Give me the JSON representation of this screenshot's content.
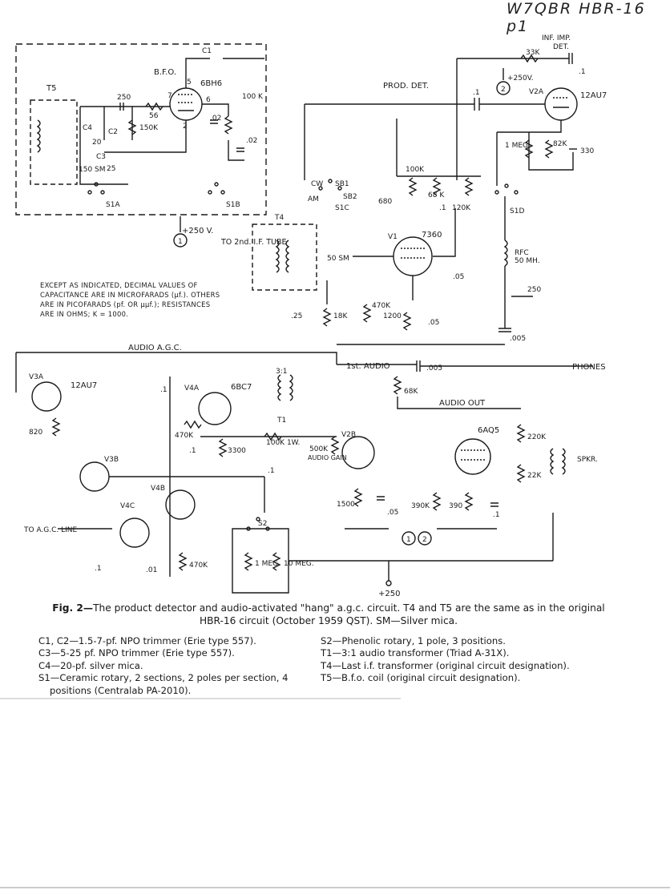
{
  "header_note": "W7QBR HBR-16 p1",
  "figure_note": "EXCEPT AS INDICATED, DECIMAL VALUES OF CAPACITANCE ARE IN MICROFARADS (µf.). OTHERS ARE IN PICOFARADS (pf. OR µµf.); RESISTANCES ARE IN OHMS; K = 1000.",
  "caption_fig": "Fig. 2—",
  "caption_text": "The product detector and audio-activated \"hang\" a.g.c. circuit. T4 and T5 are the same as in the original HBR-16 circuit (October 1959 QST). SM—Silver mica.",
  "parts_left": [
    "C1, C2—1.5-7-pf. NPO trimmer (Erie type 557).",
    "C3—5-25 pf. NPO trimmer (Erie type 557).",
    "C4—20-pf. silver mica.",
    "S1—Ceramic rotary, 2 sections, 2 poles per section, 4 positions (Centralab PA-2010)."
  ],
  "parts_right": [
    "S2—Phenolic rotary, 1 pole, 3 positions.",
    "T1—3:1 audio transformer (Triad A-31X).",
    "T4—Last i.f. transformer (original circuit designation).",
    "T5—B.f.o. coil (original circuit designation)."
  ],
  "schematic": {
    "bfo": "B.F.O.",
    "t5": "T5",
    "c1": "C1",
    "c2": "C2",
    "c3": "C3",
    "c4": "C4",
    "tube_6bh6": "6BH6",
    "c250": "250",
    "r56": "56",
    "r150k": "150K",
    "c20": "20",
    "c25": "25",
    "c150sm": "150 SM",
    "c02a": ".02",
    "c02b": ".02",
    "r100k_bfo": "100 K",
    "s1a": "S1A",
    "s1b": "S1B",
    "p5": "5",
    "p6": "6",
    "p7": "7",
    "p2": "2",
    "plus250_1": "+250 V.",
    "marker1": "1",
    "inf_imp": "INF. IMP.",
    "det": "DET.",
    "r33k": "33K",
    "c1_inf": ".1",
    "plus250_2": "+250V.",
    "marker2": "2",
    "prod_det": "PROD. DET.",
    "v2a": "V2A",
    "tube_12au7a": "12AU7",
    "c1_prod": ".1",
    "r1meg_a": "1 MEG.",
    "r82k": "82K",
    "c330": "330",
    "cw": "CW",
    "am": "AM",
    "sb1": "SB1",
    "sb2": "SB2",
    "s1c": "S1C",
    "s1d": "S1D",
    "r100k_v1": "100K",
    "c680": "680",
    "c1_v1": ".1",
    "r68k_v1": "68 K",
    "r120k": "120K",
    "v1": "V1",
    "tube_7360": "7360",
    "t4": "T4",
    "to_if": "TO 2nd. I.F. TUBE",
    "c50sm": "50 SM",
    "rfc": "RFC",
    "rfc_val": "50 MH.",
    "c250_rfc": "250",
    "c005_rfc": ".005",
    "c05_v1": ".05",
    "c25_t4": ".25",
    "r18k": "18K",
    "r470k_v1": "470K",
    "r1200": "1200",
    "c05_b": ".05",
    "audio_agc": "AUDIO A.G.C.",
    "v3a": "V3A",
    "tube_12au7b": "12AU7",
    "r820": "820",
    "v4a": "V4A",
    "tube_6bc7": "6BC7",
    "c1_v4a": ".1",
    "t1_ratio": "3:1",
    "t1": "T1",
    "r470k_a": "470K",
    "r3300": "3300",
    "c1_3300": ".1",
    "r100k_1w": "100K 1W.",
    "v3b": "V3B",
    "v4b": "V4B",
    "v4c": "V4C",
    "c1_v4b": ".1",
    "s2": "S2",
    "to_agc": "TO A.G.C. LINE",
    "c1_agc": ".1",
    "c01": ".01",
    "r470k_b": "470K",
    "r1meg_b": "1 MEG.",
    "r10meg": "10 MEG.",
    "first_audio": "1st. AUDIO",
    "c005_aud": ".005",
    "r68k_aud": "68K",
    "phones": "PHONES",
    "audio_out": "AUDIO OUT",
    "tube_6aq5": "6AQ5",
    "r220k": "220K",
    "r22k": "22K",
    "spkr": "SPKR.",
    "v2b": "V2B",
    "r500k": "500K",
    "audio_gain": "AUDIO GAIN",
    "r1500": "1500",
    "c05_v2b": ".05",
    "r390k": "390K",
    "r390": "390",
    "c1_6aq5": ".1",
    "plus250_3": "+250"
  }
}
